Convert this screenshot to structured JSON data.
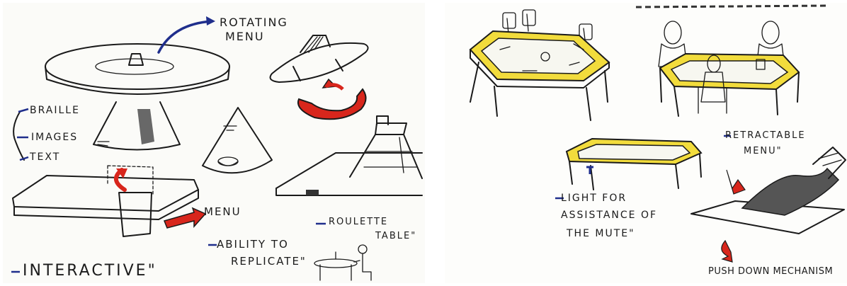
{
  "left_sketch": {
    "labels": {
      "rotating_menu_1": "ROTATING",
      "rotating_menu_2": "MENU",
      "braille": "BRAILLE",
      "images": "IMAGES",
      "text": "TEXT",
      "menu": "MENU",
      "ability_1": "ABILITY TO",
      "ability_2": "REPLICATE\"",
      "roulette_1": "ROULETTE",
      "roulette_2": "TABLE\"",
      "interactive": "INTERACTIVE\""
    },
    "colors": {
      "arrow_blue": "#1f2e8c",
      "accent_red": "#d8261c"
    }
  },
  "right_sketch": {
    "labels": {
      "retractable_1": "RETRACTABLE",
      "retractable_2": "MENU\"",
      "light_1": "LIGHT FOR",
      "light_2": "ASSISTANCE OF",
      "light_3": "THE MUTE\"",
      "push_down": "PUSH DOWN MECHANISM"
    },
    "colors": {
      "table_yellow": "#f2dc3c",
      "accent_red": "#d8261c",
      "arrow_blue": "#1f2e8c"
    }
  }
}
